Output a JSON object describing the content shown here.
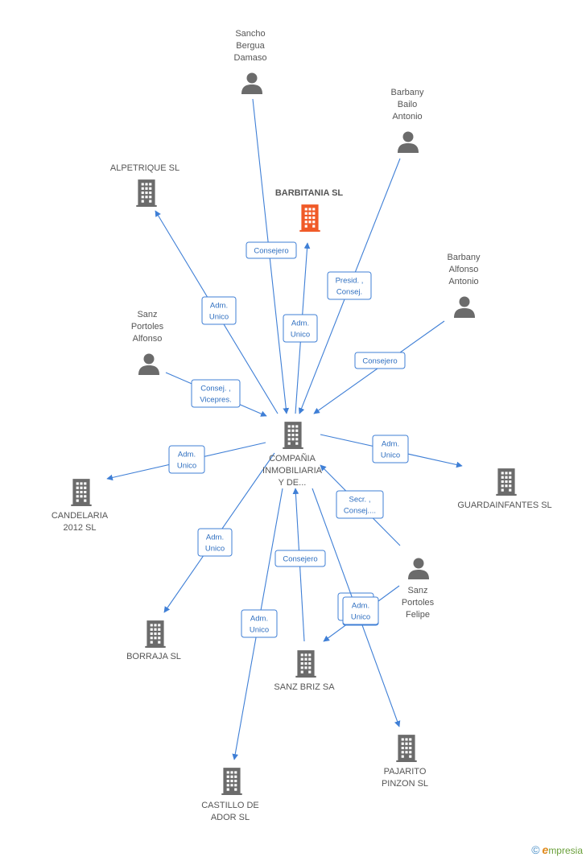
{
  "colors": {
    "edge": "#3f7fd6",
    "person_icon": "#6b6b6b",
    "company_icon": "#6b6b6b",
    "highlight_icon": "#f05a28"
  },
  "nodes": [
    {
      "id": "sancho",
      "type": "person",
      "icon": "person-icon",
      "label": [
        "Sancho",
        "Bergua",
        "Damaso"
      ]
    },
    {
      "id": "barbany_bailo",
      "type": "person",
      "icon": "person-icon",
      "label": [
        "Barbany",
        "Bailo",
        "Antonio"
      ]
    },
    {
      "id": "alpetrique",
      "type": "company",
      "icon": "building-icon",
      "label": [
        "ALPETRIQUE SL"
      ]
    },
    {
      "id": "barbitania",
      "type": "company",
      "icon": "building-icon",
      "highlight": true,
      "label": [
        "BARBITANIA SL"
      ]
    },
    {
      "id": "barbany_alfonso",
      "type": "person",
      "icon": "person-icon",
      "label": [
        "Barbany",
        "Alfonso",
        "Antonio"
      ]
    },
    {
      "id": "sanz_portoles_alfonso",
      "type": "person",
      "icon": "person-icon",
      "label": [
        "Sanz",
        "Portoles",
        "Alfonso"
      ]
    },
    {
      "id": "compania",
      "type": "company",
      "icon": "building-icon",
      "label": [
        "COMPAÑIA",
        "INMOBILIARIA",
        "Y DE..."
      ]
    },
    {
      "id": "candelaria",
      "type": "company",
      "icon": "building-icon",
      "label": [
        "CANDELARIA",
        "2012 SL"
      ]
    },
    {
      "id": "guardainfantes",
      "type": "company",
      "icon": "building-icon",
      "label": [
        "GUARDAINFANTES SL"
      ]
    },
    {
      "id": "sanz_portoles_felipe",
      "type": "person",
      "icon": "person-icon",
      "label": [
        "Sanz",
        "Portoles",
        "Felipe"
      ]
    },
    {
      "id": "borraja",
      "type": "company",
      "icon": "building-icon",
      "label": [
        "BORRAJA SL"
      ]
    },
    {
      "id": "sanz_briz",
      "type": "company",
      "icon": "building-icon",
      "label": [
        "SANZ BRIZ SA"
      ]
    },
    {
      "id": "pajarito",
      "type": "company",
      "icon": "building-icon",
      "label": [
        "PAJARITO",
        "PINZON SL"
      ]
    },
    {
      "id": "castillo",
      "type": "company",
      "icon": "building-icon",
      "label": [
        "CASTILLO DE",
        "ADOR SL"
      ]
    }
  ],
  "edges": [
    {
      "id": "e1",
      "from": "sancho",
      "to": "compania",
      "label": [
        "Consejero"
      ]
    },
    {
      "id": "e2",
      "from": "barbany_bailo",
      "to": "compania",
      "label": [
        "Presid. ,",
        "Consej."
      ]
    },
    {
      "id": "e3",
      "from": "compania",
      "to": "alpetrique",
      "label": [
        "Adm.",
        "Unico"
      ]
    },
    {
      "id": "e4",
      "from": "compania",
      "to": "barbitania",
      "label": [
        "Adm.",
        "Unico"
      ]
    },
    {
      "id": "e5",
      "from": "barbany_alfonso",
      "to": "compania",
      "label": [
        "Consejero"
      ]
    },
    {
      "id": "e6",
      "from": "sanz_portoles_alfonso",
      "to": "compania",
      "label": [
        "Consej. ,",
        "Vicepres."
      ]
    },
    {
      "id": "e7",
      "from": "compania",
      "to": "candelaria",
      "label": [
        "Adm.",
        "Unico"
      ]
    },
    {
      "id": "e8",
      "from": "compania",
      "to": "guardainfantes",
      "label": [
        "Adm.",
        "Unico"
      ]
    },
    {
      "id": "e9",
      "from": "sanz_portoles_felipe",
      "to": "compania",
      "label": [
        "Secr. ,",
        "Consej...."
      ]
    },
    {
      "id": "e10",
      "from": "compania",
      "to": "borraja",
      "label": [
        "Adm.",
        "Unico"
      ]
    },
    {
      "id": "e11",
      "from": "sanz_briz",
      "to": "compania",
      "label": [
        "Consejero"
      ]
    },
    {
      "id": "e12",
      "from": "sanz_portoles_felipe",
      "to": "sanz_briz",
      "label": [
        "Adm.",
        "Unico"
      ]
    },
    {
      "id": "e13",
      "from": "compania",
      "to": "pajarito",
      "label": [
        "Adm.",
        "Unico"
      ]
    },
    {
      "id": "e14",
      "from": "compania",
      "to": "castillo",
      "label": [
        "Adm.",
        "Unico"
      ]
    }
  ],
  "watermark": {
    "copyright": "©",
    "brand_first": "e",
    "brand_rest": "mpresia"
  }
}
